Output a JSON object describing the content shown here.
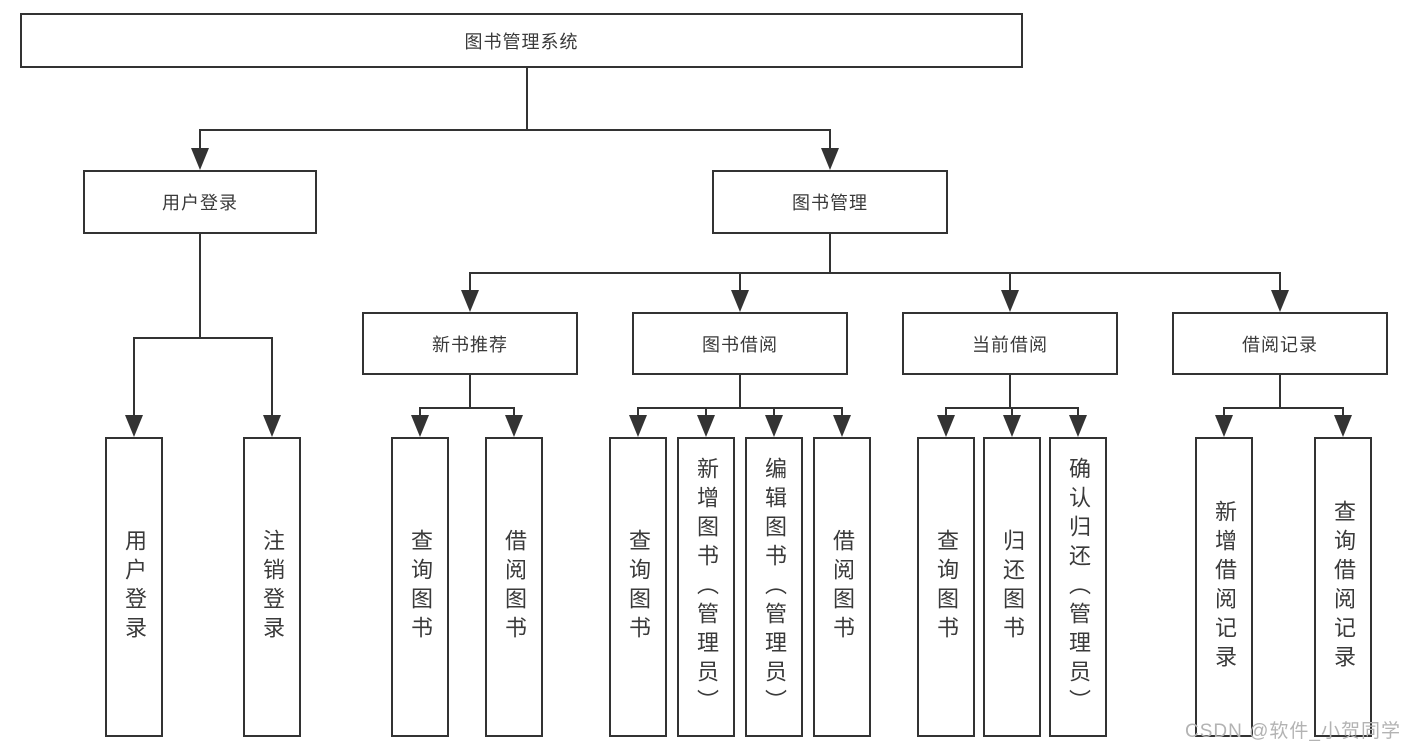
{
  "diagram": {
    "type": "hierarchy-tree",
    "title": "图书管理系统",
    "watermark": "CSDN @软件_小贺同学",
    "colors": {
      "line": "#333333",
      "text": "#3a3a3a",
      "watermark": "#b3b3b3",
      "background": "#ffffff"
    },
    "root": {
      "label": "图书管理系统",
      "children": [
        {
          "label": "用户登录",
          "children": [
            {
              "label": "用户登录"
            },
            {
              "label": "注销登录"
            }
          ]
        },
        {
          "label": "图书管理",
          "children": [
            {
              "label": "新书推荐",
              "children": [
                {
                  "label": "查询图书"
                },
                {
                  "label": "借阅图书"
                }
              ]
            },
            {
              "label": "图书借阅",
              "children": [
                {
                  "label": "查询图书"
                },
                {
                  "label": "新增图书（管理员）"
                },
                {
                  "label": "编辑图书（管理员）"
                },
                {
                  "label": "借阅图书"
                }
              ]
            },
            {
              "label": "当前借阅",
              "children": [
                {
                  "label": "查询图书"
                },
                {
                  "label": "归还图书"
                },
                {
                  "label": "确认归还（管理员）"
                }
              ]
            },
            {
              "label": "借阅记录",
              "children": [
                {
                  "label": "新增借阅记录"
                },
                {
                  "label": "查询借阅记录"
                }
              ]
            }
          ]
        }
      ]
    }
  }
}
